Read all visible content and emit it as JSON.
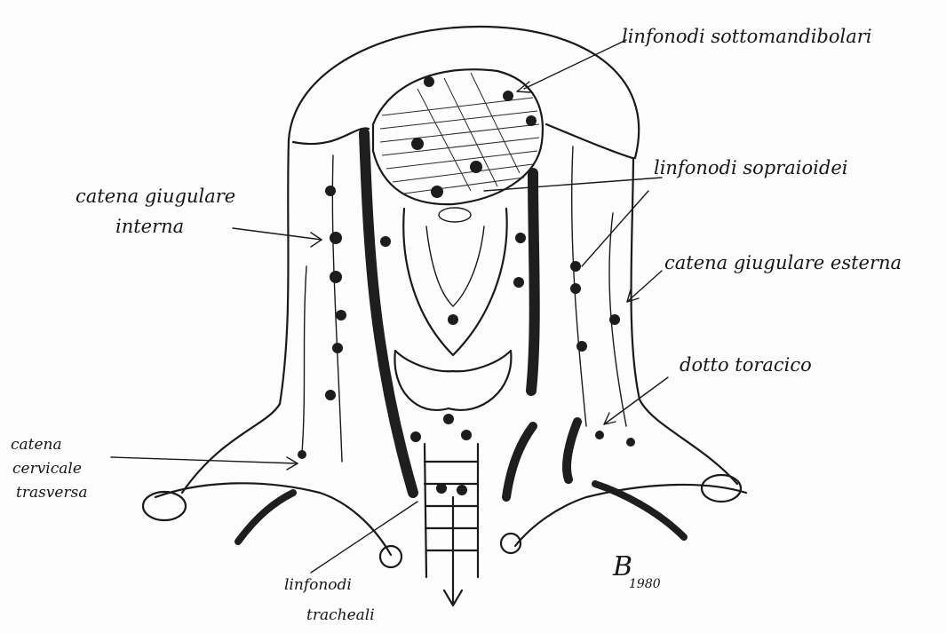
{
  "labels": {
    "sottomandibolari": "linfonodi sottomandibolari",
    "sopraioidei": "linfonodi sopraioidei",
    "giugulare_interna_1": "catena giugulare",
    "giugulare_interna_2": "interna",
    "giugulare_esterna": "catena giugulare esterna",
    "dotto_toracico": "dotto toracico",
    "cervicale_1": "catena",
    "cervicale_2": "cervicale",
    "cervicale_3": "trasversa",
    "tracheali_1": "linfonodi",
    "tracheali_2": "tracheali"
  },
  "signature": {
    "initial": "B",
    "year": "1980"
  }
}
